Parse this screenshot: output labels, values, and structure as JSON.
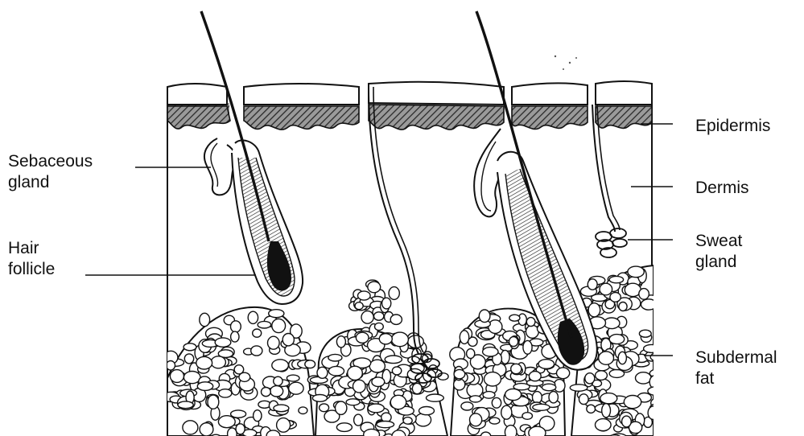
{
  "labels": {
    "sebaceous": "Sebaceous\ngland",
    "hair": "Hair\nfollicle",
    "epidermis": "Epidermis",
    "dermis": "Dermis",
    "sweat": "Sweat\ngland",
    "fat": "Subdermal\nfat"
  },
  "colors": {
    "ink": "#111111",
    "paper": "#ffffff",
    "hatch": "#2a2a2a"
  }
}
